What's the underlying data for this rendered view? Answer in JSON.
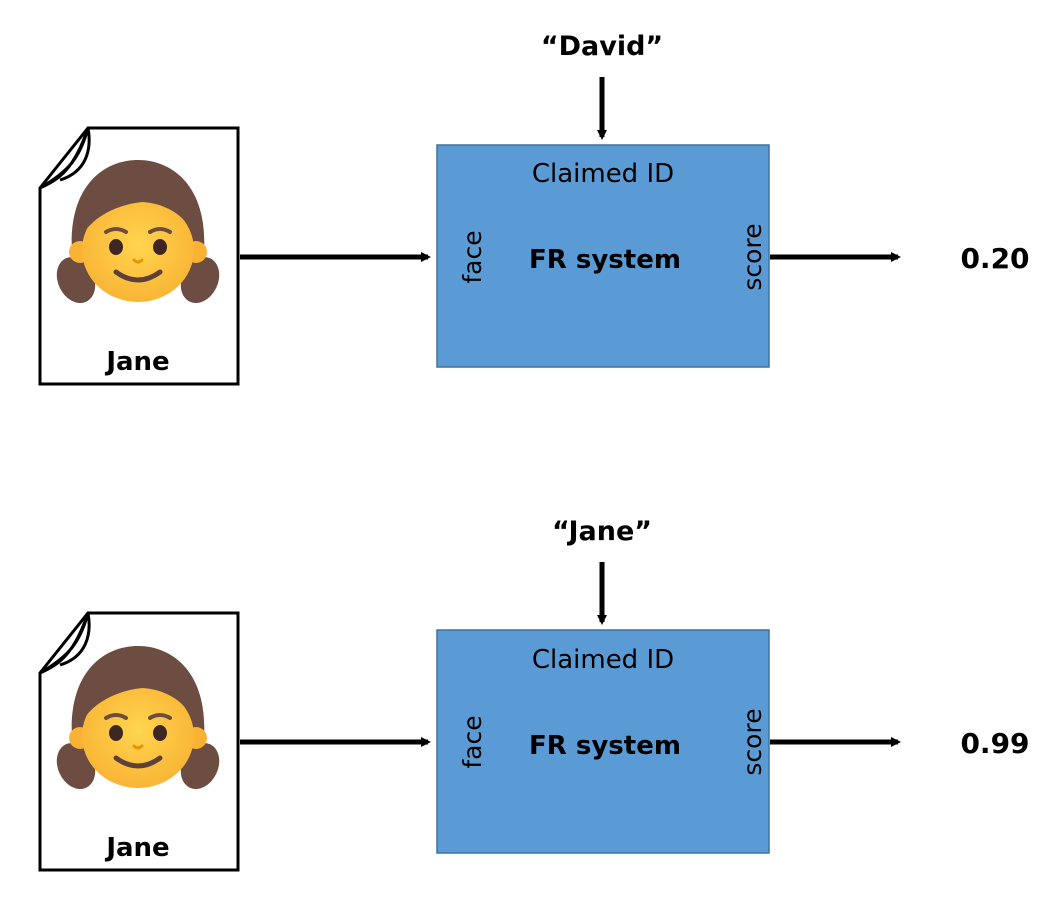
{
  "panels": [
    {
      "claimed_name": "“David”",
      "photo_label": "Jane",
      "system": {
        "claimed_id_label": "Claimed ID",
        "name": "FR system",
        "input_label": "face",
        "output_label": "score"
      },
      "score": "0.20",
      "colors": {
        "box_fill": "#5b9bd5",
        "box_stroke": "#41719c"
      },
      "icon": "girl-emoji-icon"
    },
    {
      "claimed_name": "“Jane”",
      "photo_label": "Jane",
      "system": {
        "claimed_id_label": "Claimed ID",
        "name": "FR system",
        "input_label": "face",
        "output_label": "score"
      },
      "score": "0.99",
      "colors": {
        "box_fill": "#5b9bd5",
        "box_stroke": "#41719c"
      },
      "icon": "girl-emoji-icon"
    }
  ]
}
